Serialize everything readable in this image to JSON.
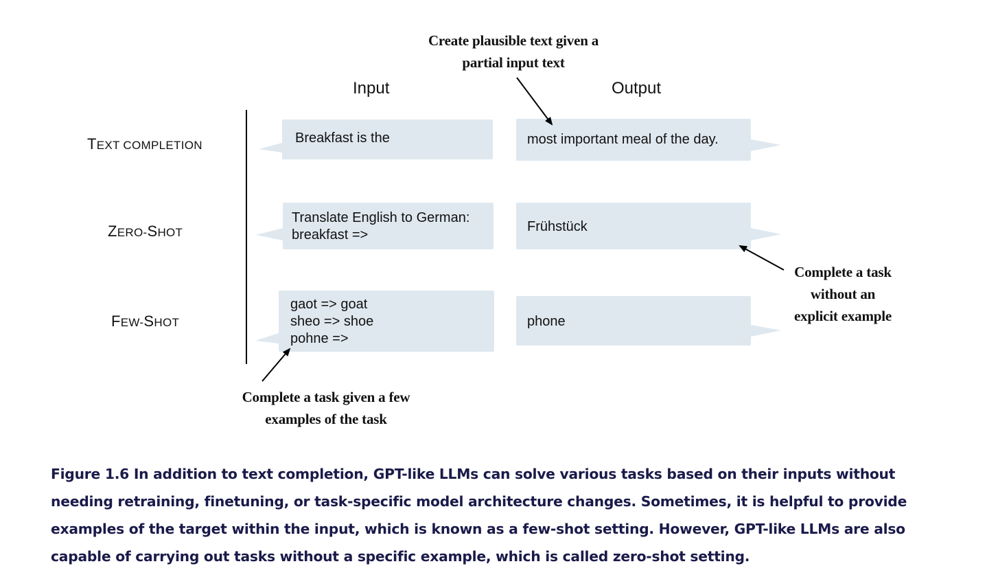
{
  "columns": {
    "input": "Input",
    "output": "Output"
  },
  "rows": [
    {
      "label_first": "T",
      "label_rest": "EXT COMPLETION",
      "input": "Breakfast is the",
      "output": "most important meal of the day."
    },
    {
      "label_first": "Z",
      "label_rest": "ERO-",
      "label_first2": "S",
      "label_rest2": "HOT",
      "input": "Translate English to German:\nbreakfast =>",
      "output": "Frühstück"
    },
    {
      "label_first": "F",
      "label_rest": "EW-",
      "label_first2": "S",
      "label_rest2": "HOT",
      "input": "gaot => goat\nsheo => shoe\npohne =>",
      "output": "phone"
    }
  ],
  "callouts": {
    "top": "Create plausible text given a\npartial input text",
    "right": "Complete a task\nwithout an\nexplicit example",
    "bottom": "Complete a task given a few\nexamples of the task"
  },
  "colors": {
    "bubble": "#dfe8ef",
    "caption": "#1a1a4a"
  },
  "caption": "Figure 1.6 In addition to text completion, GPT-like LLMs can solve various tasks based on their inputs without needing retraining, finetuning, or task-specific model architecture changes. Sometimes, it is helpful to provide examples of the target within the input, which is known as a few-shot setting. However, GPT-like LLMs are also capable of carrying out tasks without a specific example, which is called zero-shot setting."
}
